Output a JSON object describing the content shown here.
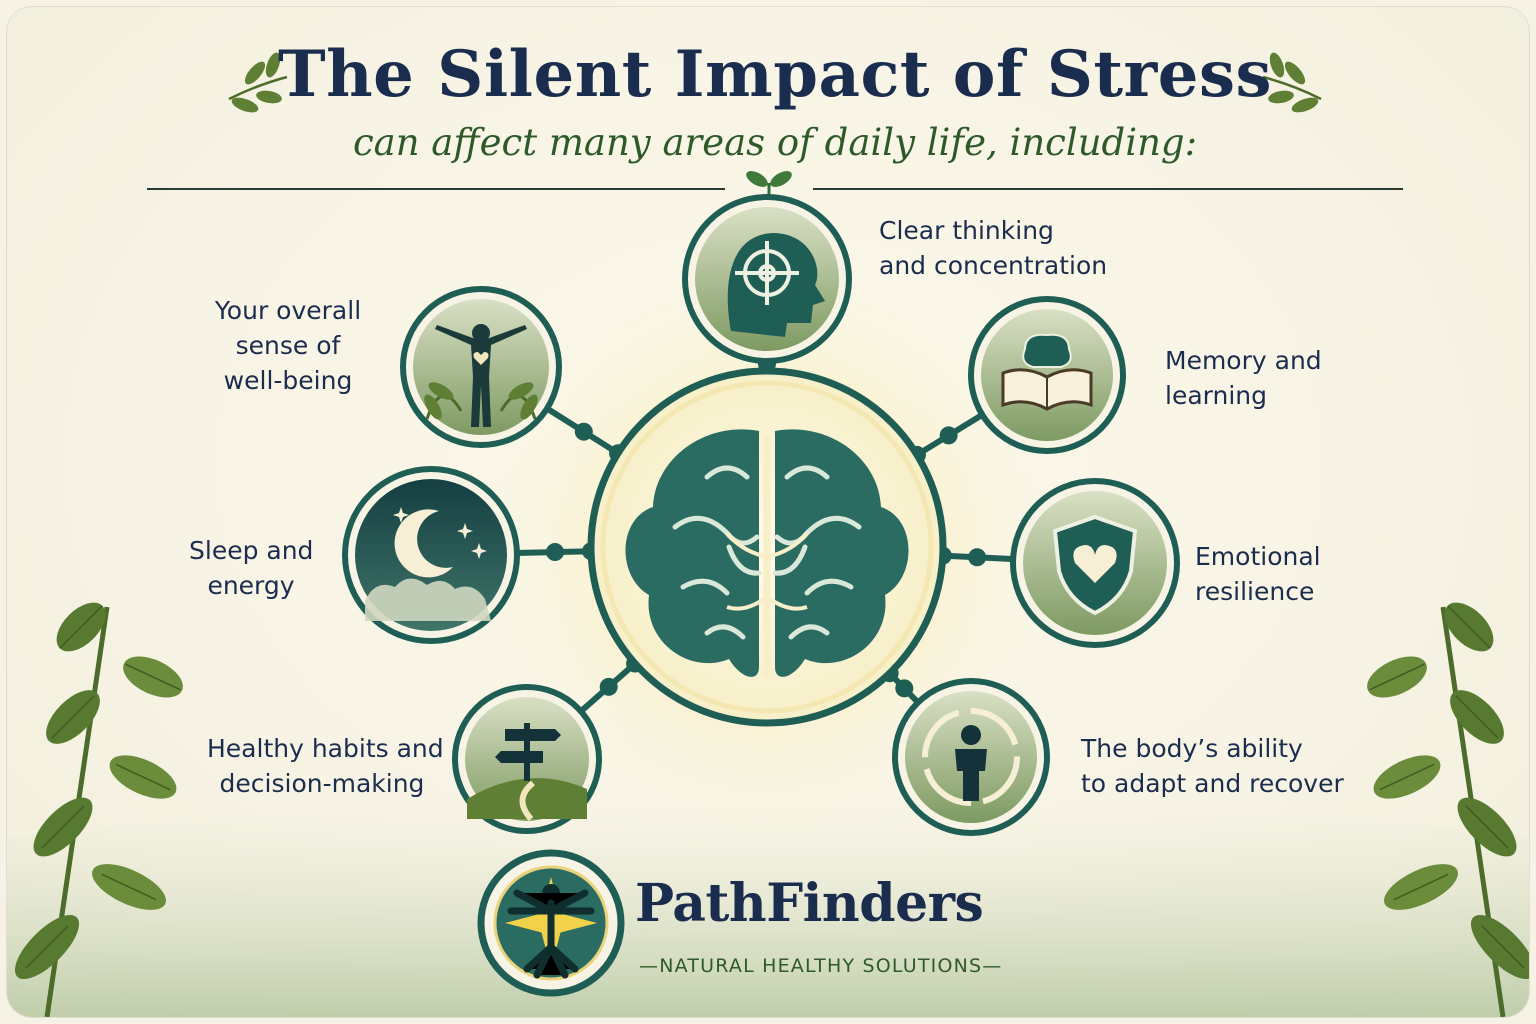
{
  "header": {
    "title": "The Silent Impact of Stress",
    "subtitle": "can affect many areas of daily life, including:"
  },
  "areas": [
    {
      "id": "clear-thinking",
      "line1": "Clear thinking",
      "line2": "and concentration",
      "line3": "",
      "icon": "head-target-icon"
    },
    {
      "id": "memory",
      "line1": "Memory and",
      "line2": "learning",
      "line3": "",
      "icon": "brain-book-icon"
    },
    {
      "id": "emotional",
      "line1": "Emotional",
      "line2": "resilience",
      "line3": "",
      "icon": "shield-heart-icon"
    },
    {
      "id": "adapt",
      "line1": "The body’s ability",
      "line2": "to adapt and recover",
      "line3": "",
      "icon": "person-cycle-icon"
    },
    {
      "id": "habits",
      "line1": "Healthy habits and",
      "line2": "decision-making",
      "line3": "",
      "icon": "signpost-icon"
    },
    {
      "id": "sleep",
      "line1": "Sleep and",
      "line2": "energy",
      "line3": "",
      "icon": "moon-stars-icon"
    },
    {
      "id": "wellbeing",
      "line1": "Your overall",
      "line2": "sense of",
      "line3": "well-being",
      "icon": "person-heart-icon"
    }
  ],
  "center": {
    "icon": "brain-icon"
  },
  "brand": {
    "name": "PathFinders",
    "tagline": "—NATURAL HEALTHY SOLUTIONS—",
    "logo_icon": "vitruvian-compass-icon"
  },
  "colors": {
    "navy": "#1b2d4f",
    "teal": "#1f5e54",
    "green": "#2e5a2a",
    "leaf": "#5f7f34",
    "cream": "#f8f4e5",
    "glow": "#f6e9a8"
  }
}
